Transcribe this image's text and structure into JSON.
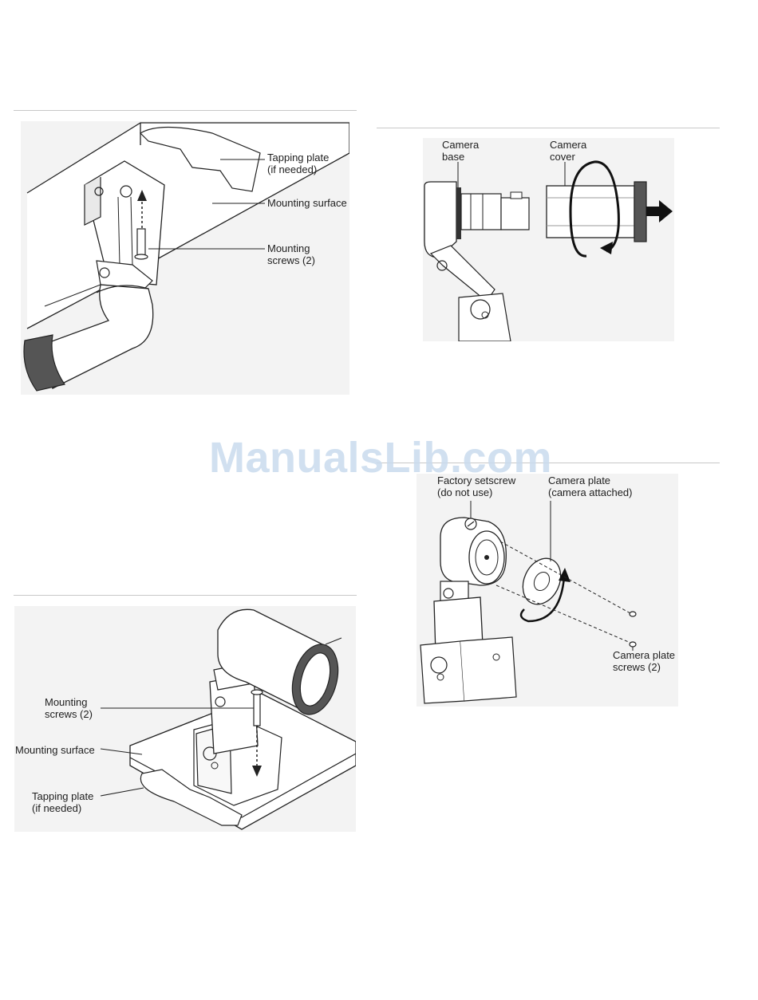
{
  "watermark": "ManualsLib.com",
  "figure_ceiling": {
    "tapping_plate": "Tapping plate",
    "tapping_plate_note": "(if needed)",
    "mounting_surface": "Mounting surface",
    "mounting_screws": "Mounting",
    "mounting_screws_2": "screws (2)"
  },
  "figure_cover": {
    "camera_base": "Camera",
    "camera_base_2": "base",
    "camera_cover": "Camera",
    "camera_cover_2": "cover"
  },
  "figure_plate": {
    "factory_setscrew": "Factory setscrew",
    "factory_setscrew_note": "(do not use)",
    "camera_plate": "Camera plate",
    "camera_plate_note": "(camera attached)",
    "plate_screws": "Camera plate",
    "plate_screws_2": "screws (2)"
  },
  "figure_surface": {
    "mounting_screws": "Mounting",
    "mounting_screws_2": "screws (2)",
    "mounting_surface": "Mounting surface",
    "tapping_plate": "Tapping plate",
    "tapping_plate_note": "(if needed)"
  },
  "colors": {
    "panel_bg": "#f3f3f3",
    "rule": "#c8c8c8",
    "line": "#222222",
    "gasket": "#555555",
    "watermark": "#c9dbee"
  }
}
